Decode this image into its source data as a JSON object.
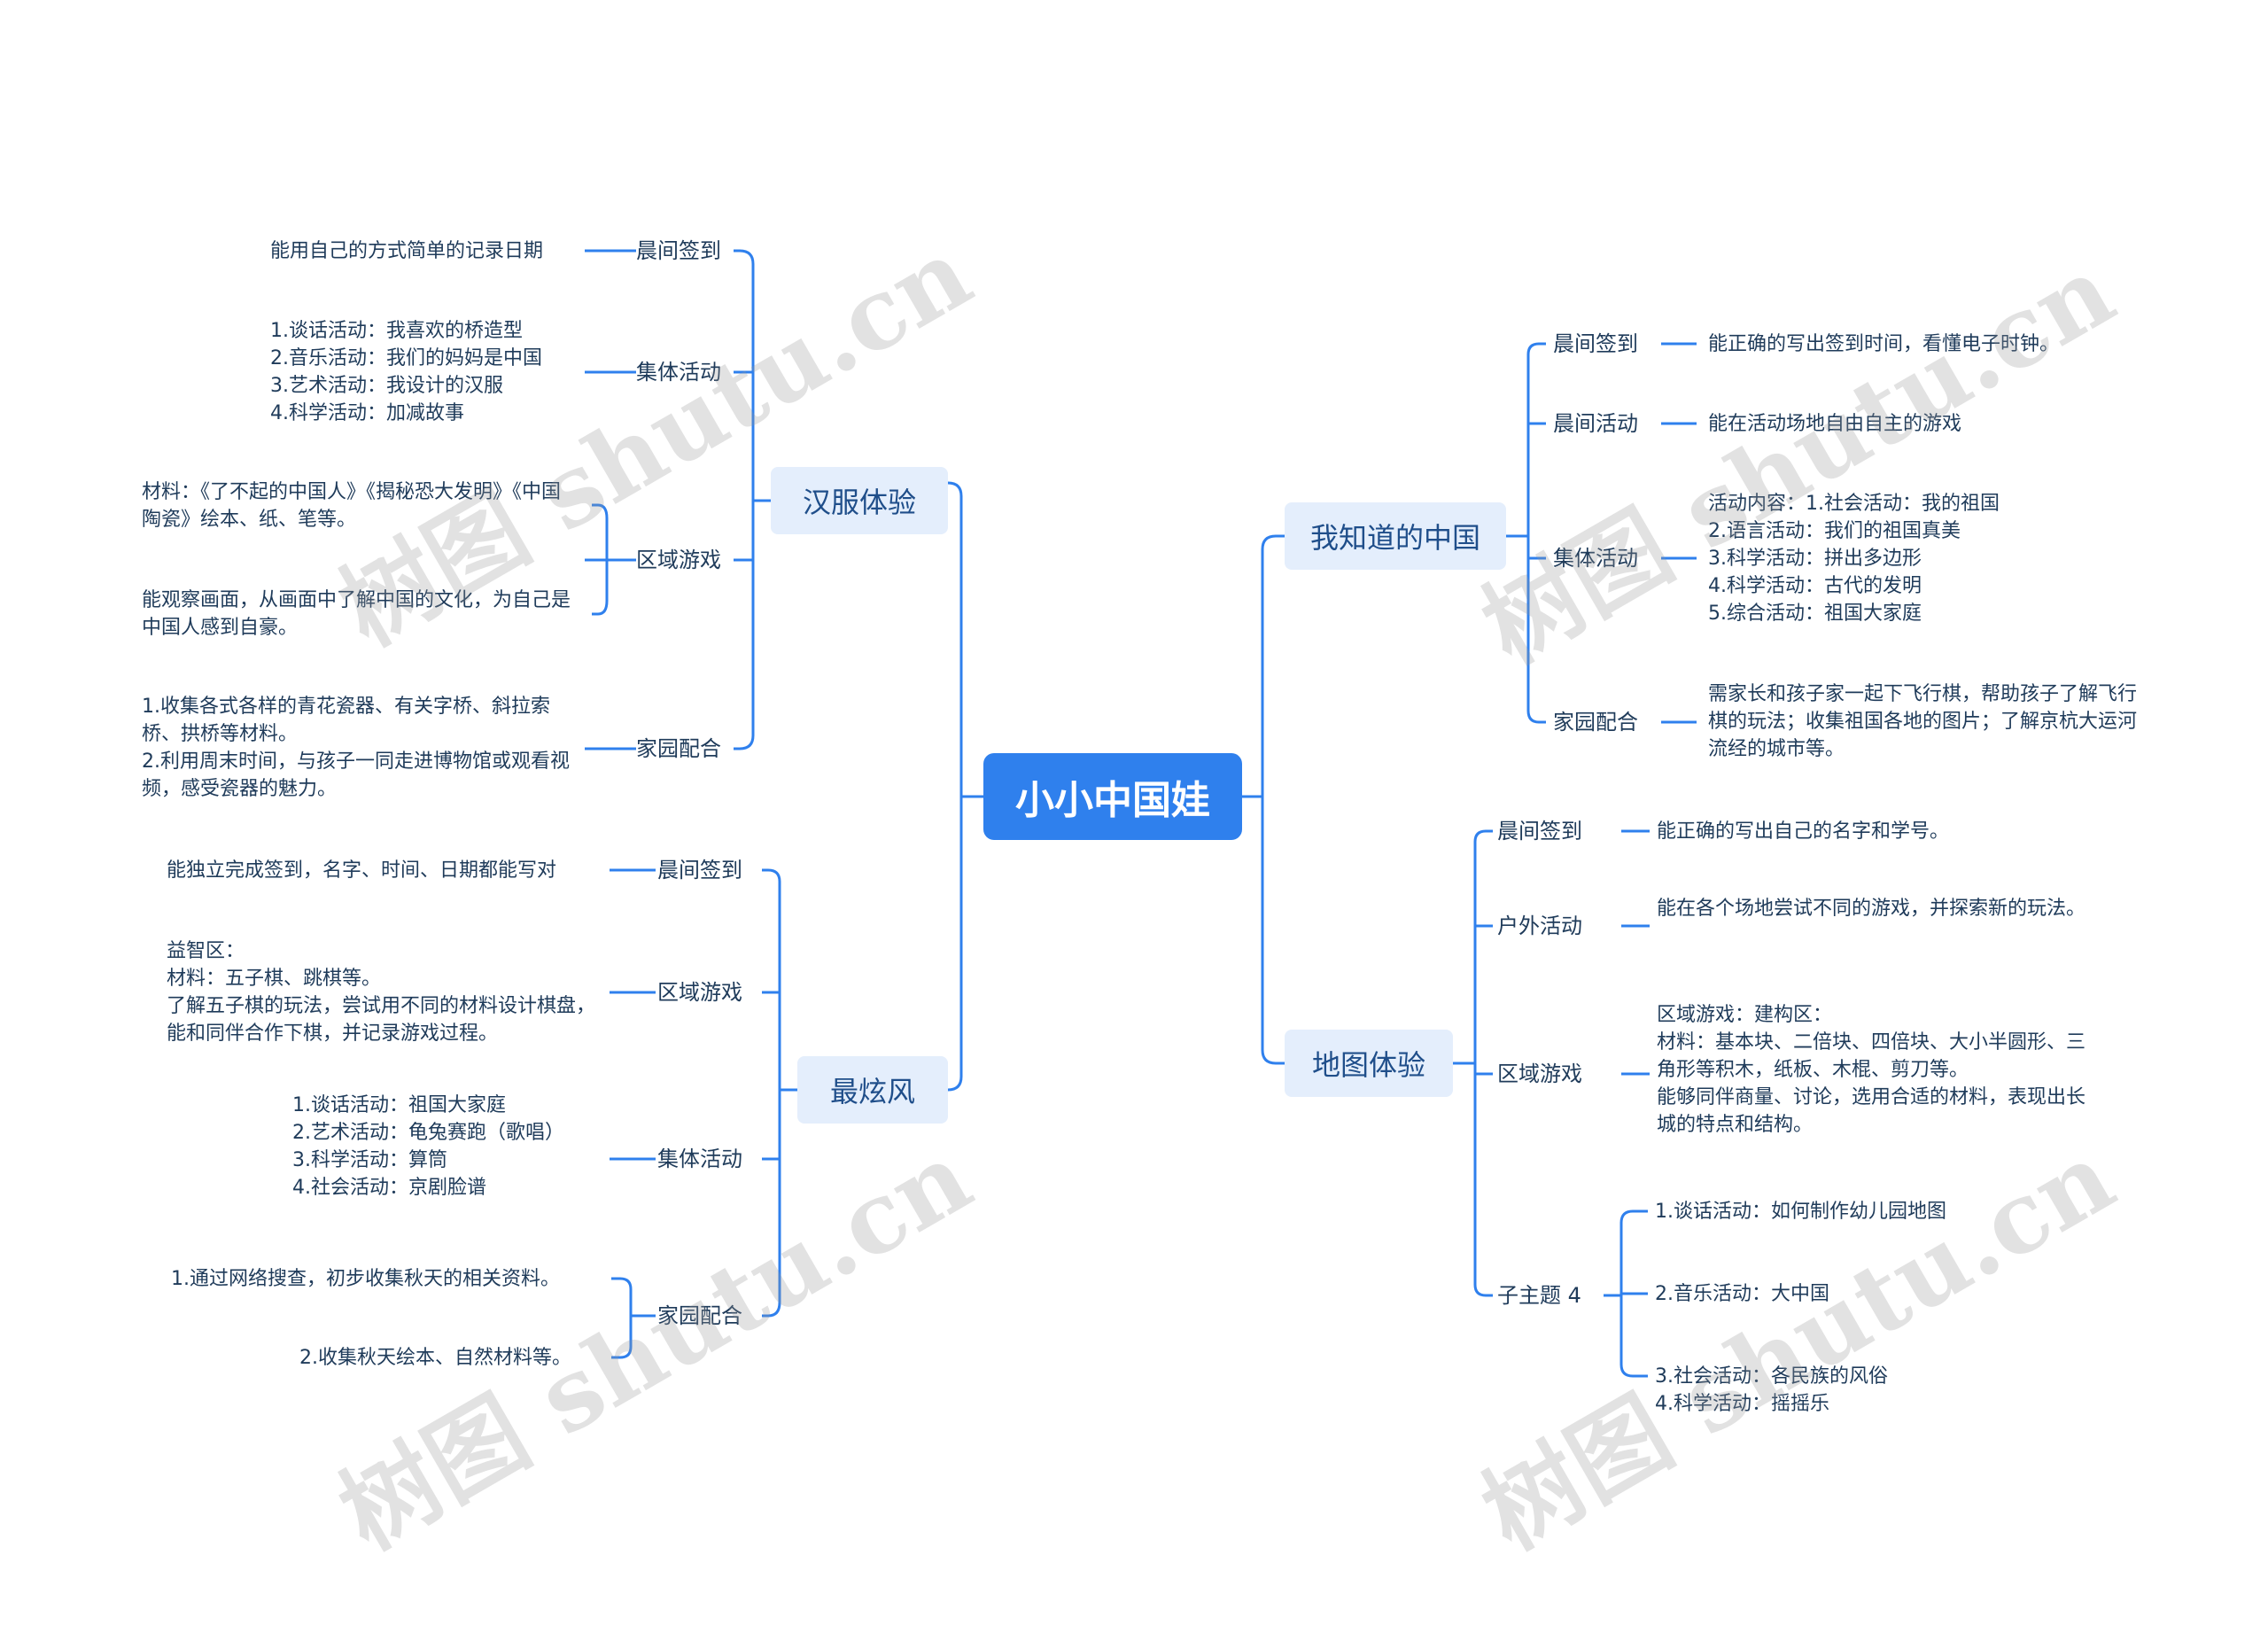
{
  "root": "小小中国娃",
  "hanfu": {
    "title": "汉服体验",
    "b1": {
      "label": "晨间签到",
      "text": "能用自己的方式简单的记录日期"
    },
    "b2": {
      "label": "集体活动",
      "lines": [
        "1.谈话活动：我喜欢的桥造型",
        "2.音乐活动：我们的妈妈是中国",
        "3.艺术活动：我设计的汉服",
        "4.科学活动：加减故事"
      ]
    },
    "b3": {
      "label": "区域游戏",
      "t1": "材料：《了不起的中国人》《揭秘恐大发明》《中国陶瓷》绘本、纸、笔等。",
      "t2": "能观察画面，从画面中了解中国的文化，为自己是中国人感到自豪。"
    },
    "b4": {
      "label": "家园配合",
      "t1": "1.收集各式各样的青花瓷器、有关字桥、斜拉索桥、拱桥等材料。",
      "t2": "2.利用周末时间，与孩子一同走进博物馆或观看视频，感受瓷器的魅力。"
    }
  },
  "zuixuan": {
    "title": "最炫风",
    "b1": {
      "label": "晨间签到",
      "text": "能独立完成签到，名字、时间、日期都能写对"
    },
    "b2": {
      "label": "区域游戏",
      "lines": [
        "益智区：",
        "材料：五子棋、跳棋等。",
        "了解五子棋的玩法，尝试用不同的材料设计棋盘，能和同伴合作下棋，并记录游戏过程。"
      ]
    },
    "b3": {
      "label": "集体活动",
      "lines": [
        "1.谈话活动：祖国大家庭",
        "2.艺术活动：龟兔赛跑（歌唱）",
        "3.科学活动：算筒",
        "4.社会活动：京剧脸谱"
      ]
    },
    "b4": {
      "label": "家园配合",
      "t1": "1.通过网络搜查，初步收集秋天的相关资料。",
      "t2": "2.收集秋天绘本、自然材料等。"
    }
  },
  "zhongguo": {
    "title": "我知道的中国",
    "b1": {
      "label": "晨间签到",
      "text": "能正确的写出签到时间，看懂电子时钟。"
    },
    "b2": {
      "label": "晨间活动",
      "text": "能在活动场地自由自主的游戏"
    },
    "b3": {
      "label": "集体活动",
      "lines": [
        "活动内容：1.社会活动：我的祖国",
        "2.语言活动：我们的祖国真美",
        "3.科学活动：拼出多边形",
        "4.科学活动：古代的发明",
        "5.综合活动：祖国大家庭"
      ]
    },
    "b4": {
      "label": "家园配合",
      "text": "需家长和孩子家一起下飞行棋，帮助孩子了解飞行棋的玩法；收集祖国各地的图片；了解京杭大运河流经的城市等。"
    }
  },
  "ditu": {
    "title": "地图体验",
    "b1": {
      "label": "晨间签到",
      "text": "能正确的写出自己的名字和学号。"
    },
    "b2": {
      "label": "户外活动",
      "text": "能在各个场地尝试不同的游戏，并探索新的玩法。"
    },
    "b3": {
      "label": "区域游戏",
      "lines": [
        "区域游戏：建构区：",
        "材料：基本块、二倍块、四倍块、大小半圆形、三角形等积木，纸板、木棍、剪刀等。",
        "能够同伴商量、讨论，选用合适的材料，表现出长城的特点和结构。"
      ]
    },
    "b4": {
      "label": "子主题 4",
      "l1": "1.谈话活动：如何制作幼儿园地图",
      "l2": "2.音乐活动：大中国",
      "l3": [
        "3.社会活动：各民族的风俗",
        "4.科学活动：摇摇乐"
      ]
    }
  },
  "watermark": "树图 shutu.cn",
  "colors": {
    "line": "#2f80ed",
    "center": "#2f80ed",
    "topic": "#e4eefc"
  }
}
